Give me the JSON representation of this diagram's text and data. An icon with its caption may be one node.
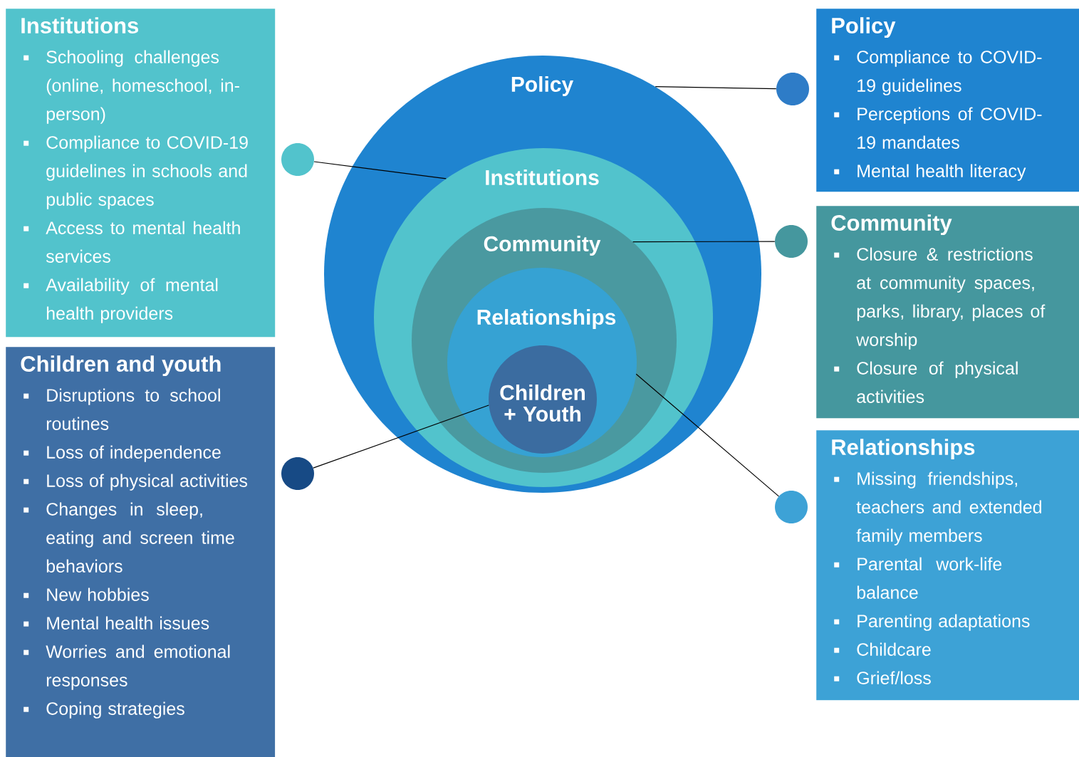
{
  "diagram": {
    "nodes": [
      {
        "text": [
          "Institutions",
          "Schooling challenges (online, homeschool, in-person)",
          "Compliance to COVID-19 guidelines in schools and public spaces",
          "Access to mental health services",
          "Availability of mental health providers"
        ]
      },
      {
        "text": [
          "Children and youth",
          "Disruptions to school routines",
          "Loss of independence",
          "Loss of physical activities",
          "Changes in sleep, eating and screen time behaviors",
          "New hobbies",
          "Mental health issues",
          "Worries and emotional responses",
          "Coping strategies"
        ]
      },
      {
        "text": [
          "Policy"
        ]
      },
      {
        "text": [
          "Institutions"
        ],
        "in": 2
      },
      {
        "text": [
          "Community"
        ],
        "in": 3
      },
      {
        "text": [
          "Relationships"
        ],
        "in": 4
      },
      {
        "text": [
          "Children + Youth"
        ],
        "in": 5
      },
      {
        "text": [
          "Policy",
          "Compliance to COVID-19 guidelines",
          "Perceptions of COVID-19 mandates",
          "Mental health literacy"
        ]
      },
      {
        "text": [
          "Community",
          "Closure & restrictions at community spaces, parks, library, places of worship",
          "Closure of physical activities"
        ]
      },
      {
        "text": [
          "Relationships",
          "Missing friendships, teachers and extended family members",
          "Parental work-life balance",
          "Parenting adaptations",
          "Childcare",
          "Grief/loss"
        ]
      },
      {
        "text": [],
        "shape": "circle"
      },
      {
        "text": [],
        "shape": "circle"
      },
      {
        "text": [],
        "shape": "circle"
      },
      {
        "text": [],
        "shape": "circle"
      },
      {
        "text": [],
        "shape": "circle"
      }
    ],
    "edges": [
      {
        "from": 10,
        "to": 3,
        "arrow": "none"
      },
      {
        "from": 11,
        "to": 6,
        "arrow": "none"
      },
      {
        "from": 12,
        "to": 2,
        "arrow": "none"
      },
      {
        "from": 13,
        "to": 4,
        "arrow": "none"
      },
      {
        "from": 14,
        "to": 5,
        "arrow": "none"
      }
    ]
  }
}
